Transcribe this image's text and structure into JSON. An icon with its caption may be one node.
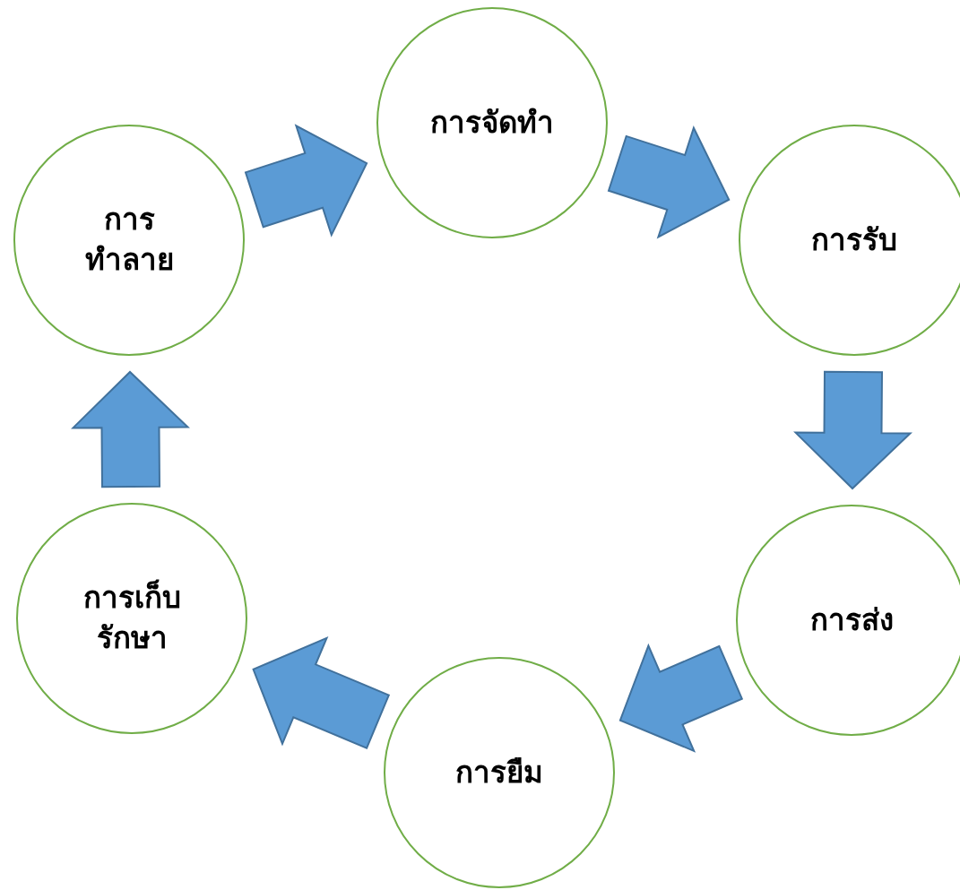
{
  "diagram": {
    "nodes": [
      {
        "text": [
          "การจัดทำ"
        ]
      },
      {
        "text": [
          "การทำลาย"
        ]
      },
      {
        "text": [
          "การรับ"
        ]
      },
      {
        "text": [
          "การเก็บรักษา"
        ]
      },
      {
        "text": [
          "การส่ง"
        ]
      },
      {
        "text": [
          "การยืม"
        ]
      }
    ],
    "edges": [
      {
        "from": 1,
        "to": 0,
        "arrow": "to"
      },
      {
        "from": 0,
        "to": 2,
        "arrow": "to"
      },
      {
        "from": 2,
        "to": 4,
        "arrow": "to"
      },
      {
        "from": 4,
        "to": 5,
        "arrow": "to"
      },
      {
        "from": 5,
        "to": 3,
        "arrow": "to"
      },
      {
        "from": 3,
        "to": 1,
        "arrow": "to"
      }
    ]
  }
}
